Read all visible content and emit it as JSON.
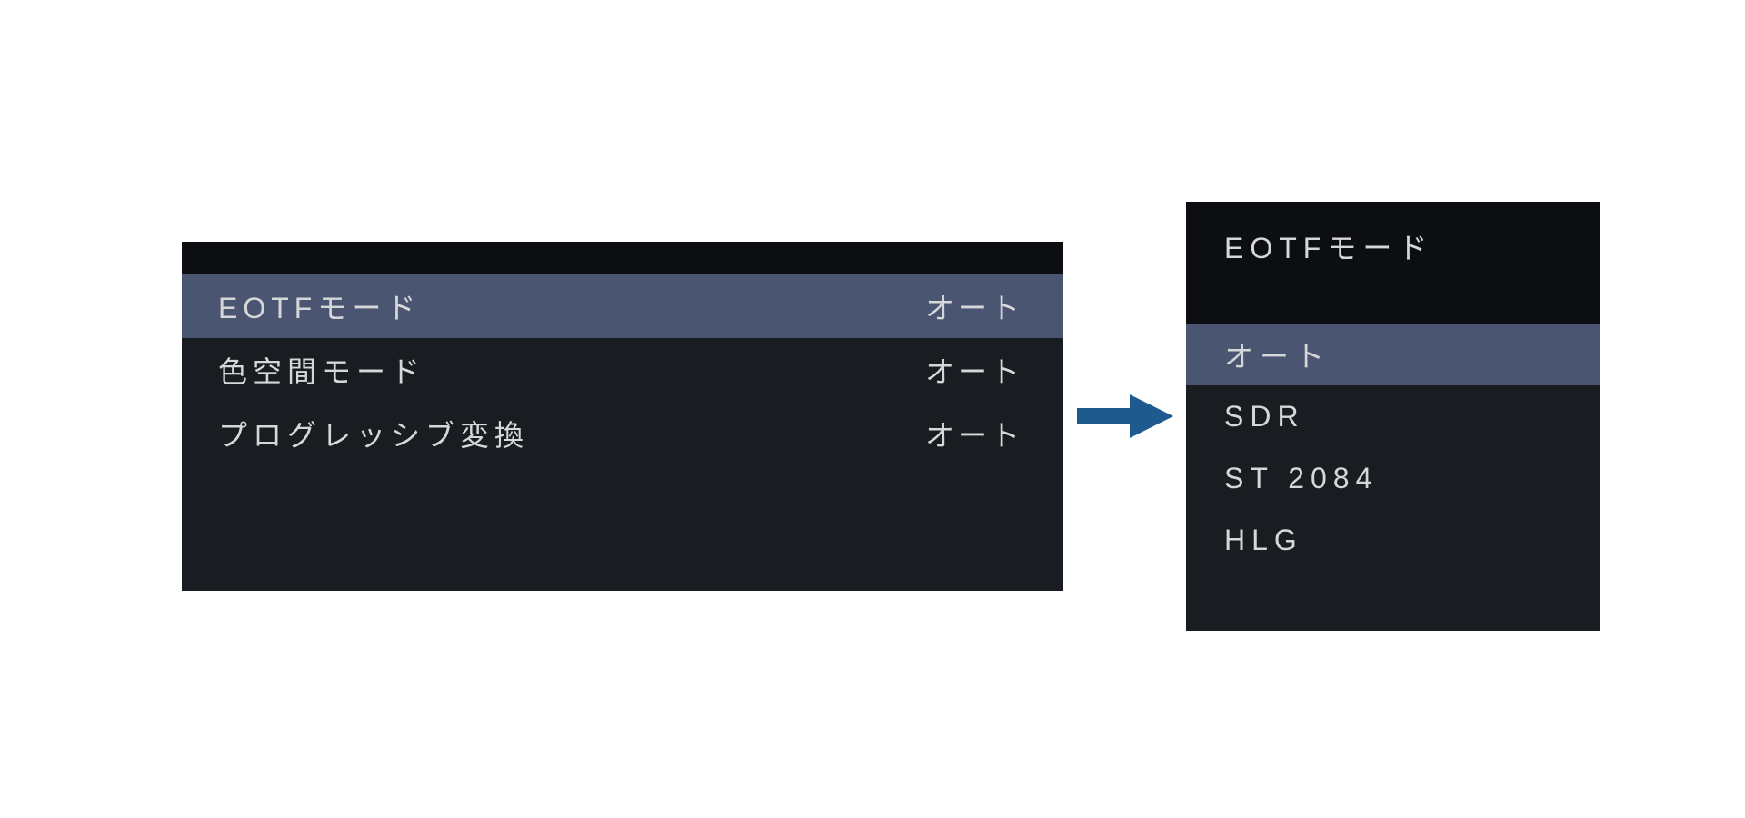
{
  "settings_menu": {
    "rows": [
      {
        "label": "EOTFモード",
        "value": "オート",
        "selected": true
      },
      {
        "label": "色空間モード",
        "value": "オート",
        "selected": false
      },
      {
        "label": "プログレッシブ変換",
        "value": "オート",
        "selected": false
      }
    ]
  },
  "dropdown": {
    "title": "EOTFモード",
    "selected_option": "オート",
    "options": [
      {
        "label": "オート",
        "selected": true
      },
      {
        "label": "SDR",
        "selected": false
      },
      {
        "label": "ST 2084",
        "selected": false
      },
      {
        "label": "HLG",
        "selected": false
      }
    ]
  },
  "icons": {
    "arrow": "right-arrow"
  },
  "colors": {
    "panel-bg": "#191c21",
    "header-bg": "#0c0e12",
    "highlight": "#4a5571",
    "text": "#d6d7d9",
    "arrow": "#1e5a8e"
  }
}
